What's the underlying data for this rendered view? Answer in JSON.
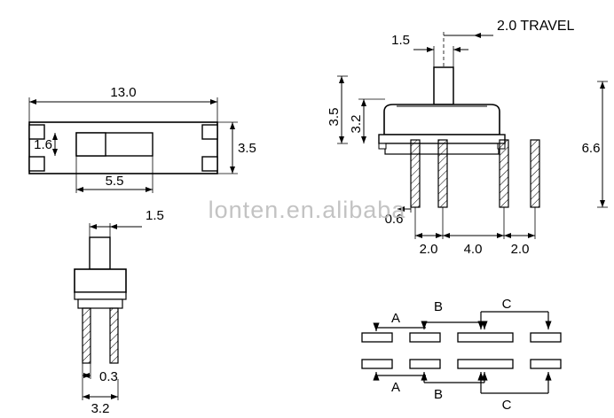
{
  "watermark": "lonten.en.alibaba",
  "colors": {
    "line": "#000000",
    "fill": "#ffffff",
    "hatch": "#000000",
    "watermark": "#b9b9b9"
  },
  "views": {
    "top_view": {
      "name": "top-view",
      "dimensions": {
        "overall_length": "13.0",
        "overall_width": "3.5",
        "slot_width": "1.6",
        "slot_length": "5.5"
      }
    },
    "front_view": {
      "name": "front-view",
      "dimensions": {
        "travel": "2.0 TRAVEL",
        "actuator_width": "1.5",
        "body_height": "3.5",
        "actuator_height": "3.2",
        "total_height": "6.6",
        "pin_width": "0.6",
        "pin_pitch_left": "2.0",
        "pin_pitch_center": "4.0",
        "pin_pitch_right": "2.0"
      }
    },
    "side_view": {
      "name": "side-view",
      "dimensions": {
        "actuator_width": "1.5",
        "pin_thickness": "0.3",
        "body_width": "3.2"
      }
    },
    "circuit_diagram": {
      "name": "circuit-diagram",
      "labels": {
        "a_top": "A",
        "b_top": "B",
        "c_top": "C",
        "a_bottom": "A",
        "b_bottom": "B",
        "c_bottom": "C"
      }
    }
  }
}
